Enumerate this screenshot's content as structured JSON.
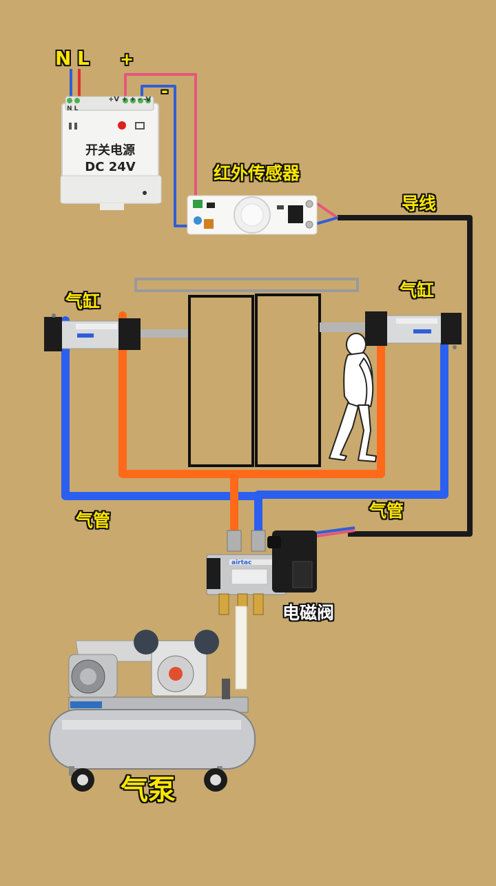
{
  "labels": {
    "n": "N",
    "l": "L",
    "plus": "+",
    "minus": "-",
    "ir_sensor": "红外传感器",
    "wire": "导线",
    "cylinder_left": "气缸",
    "cylinder_right": "气缸",
    "air_hose_left": "气管",
    "air_hose_right": "气管",
    "solenoid_valve": "电磁阀",
    "air_pump": "气泵"
  },
  "psu": {
    "title": "开关电源",
    "voltage": "DC 24V",
    "terminal_left": "N L",
    "terminal_right": "+V + + - -V"
  },
  "valve": {
    "brand": "airtac"
  },
  "colors": {
    "background": "#c9a96e",
    "wire_red": "#e8567a",
    "wire_blue": "#2f5fd6",
    "hose_blue": "#2a5ff0",
    "hose_orange": "#ff6a1a",
    "signal_wire": "#1a1a1a",
    "label_yellow": "#ffe600"
  }
}
